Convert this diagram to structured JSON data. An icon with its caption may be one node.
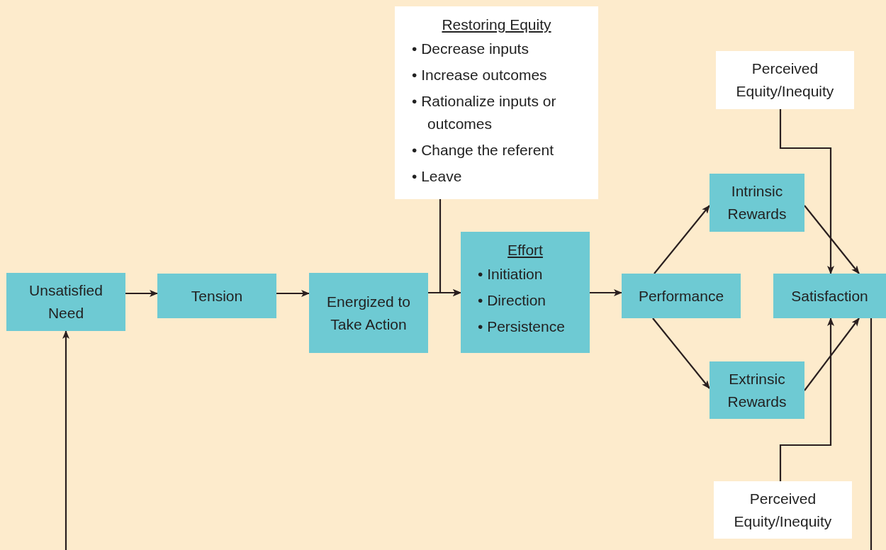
{
  "diagram": {
    "nodes": [
      {
        "text": [
          "Unsatisfied Need"
        ]
      },
      {
        "text": [
          "Tension"
        ]
      },
      {
        "text": [
          "Energized to Take Action"
        ]
      },
      {
        "text": [
          "Restoring Equity",
          "• Decrease inputs",
          "• Increase outcomes",
          "• Rationalize inputs or outcomes",
          "• Change the referent",
          "• Leave"
        ]
      },
      {
        "text": [
          "Effort",
          "• Initiation",
          "• Direction",
          "• Persistence"
        ]
      },
      {
        "text": [
          "Performance"
        ]
      },
      {
        "text": [
          "Intrinsic Rewards"
        ]
      },
      {
        "text": [
          "Extrinsic Rewards"
        ]
      },
      {
        "text": [
          "Satisfaction"
        ]
      },
      {
        "text": [
          "Perceived Equity/Inequity"
        ]
      },
      {
        "text": [
          "Perceived Equity/Inequity"
        ]
      }
    ],
    "edges": [
      {
        "from": 0,
        "to": 1,
        "arrow": "to"
      },
      {
        "from": 1,
        "to": 2,
        "arrow": "to"
      },
      {
        "from": 2,
        "to": 4,
        "arrow": "to"
      },
      {
        "from": 3,
        "to": 4,
        "arrow": "to"
      },
      {
        "from": 4,
        "to": 5,
        "arrow": "to"
      },
      {
        "from": 5,
        "to": 6,
        "arrow": "to"
      },
      {
        "from": 5,
        "to": 7,
        "arrow": "to"
      },
      {
        "from": 6,
        "to": 8,
        "arrow": "to"
      },
      {
        "from": 7,
        "to": 8,
        "arrow": "to"
      },
      {
        "from": 9,
        "to": 8,
        "arrow": "to"
      },
      {
        "from": 10,
        "to": 8,
        "arrow": "to"
      },
      {
        "from": 8,
        "to": null,
        "arrow": "none"
      },
      {
        "from": null,
        "to": 0,
        "arrow": "to"
      }
    ]
  }
}
